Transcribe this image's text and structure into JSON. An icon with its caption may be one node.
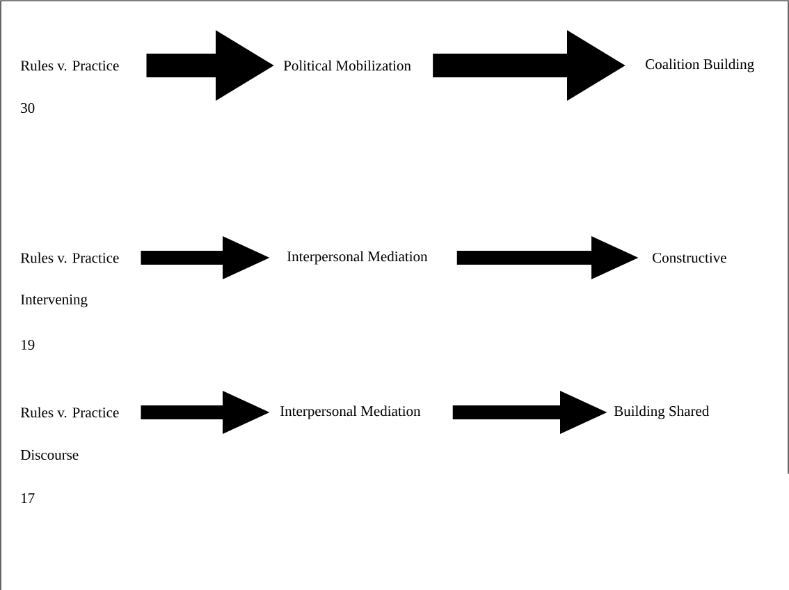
{
  "diagram": {
    "nodes": [
      {
        "text": [
          "Rules v. Practice"
        ]
      },
      {
        "text": [
          "Political Mobilization"
        ]
      },
      {
        "text": [
          "Coalition Building"
        ]
      },
      {
        "text": [
          "Rules v. Practice"
        ]
      },
      {
        "text": [
          "Interpersonal Mediation"
        ]
      },
      {
        "text": [
          "Constructive"
        ]
      },
      {
        "text": [
          "Rules v. Practice"
        ]
      },
      {
        "text": [
          "Interpersonal Mediation"
        ]
      },
      {
        "text": [
          "Building Shared"
        ]
      }
    ],
    "edges": [
      {
        "from": 0,
        "to": 1,
        "arrow": "to"
      },
      {
        "from": 1,
        "to": 2,
        "arrow": "to"
      },
      {
        "from": 3,
        "to": 4,
        "arrow": "to"
      },
      {
        "from": 4,
        "to": 5,
        "arrow": "to"
      },
      {
        "from": 6,
        "to": 7,
        "arrow": "to"
      },
      {
        "from": 7,
        "to": 8,
        "arrow": "to"
      }
    ],
    "labels": [
      "30",
      "Intervening",
      "19",
      "Discourse",
      "17"
    ]
  }
}
